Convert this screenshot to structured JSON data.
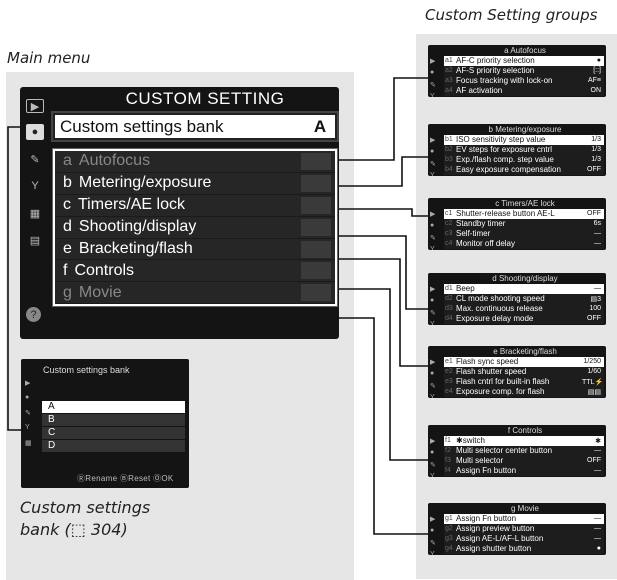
{
  "captions": {
    "groups": "Custom Setting groups",
    "main": "Main menu",
    "bank_line1": "Custom settings",
    "bank_line2": "bank (⬚ 304)"
  },
  "main_menu": {
    "title": "CUSTOM SETTING MENU",
    "bank_label": "Custom settings bank",
    "bank_value": "A",
    "side_icons": [
      "playback-icon",
      "camera-icon",
      "pencil-icon",
      "wrench-icon",
      "retouch-icon",
      "my-menu-icon"
    ],
    "help": "?",
    "items": [
      {
        "letter": "a",
        "label": "Autofocus",
        "dim": true
      },
      {
        "letter": "b",
        "label": "Metering/exposure",
        "dim": false
      },
      {
        "letter": "c",
        "label": "Timers/AE lock",
        "dim": false
      },
      {
        "letter": "d",
        "label": "Shooting/display",
        "dim": false
      },
      {
        "letter": "e",
        "label": "Bracketing/flash",
        "dim": false
      },
      {
        "letter": "f",
        "label": "Controls",
        "dim": false
      },
      {
        "letter": "g",
        "label": "Movie",
        "dim": true
      }
    ]
  },
  "bank_screen": {
    "title": "Custom settings bank",
    "options": [
      "A",
      "B",
      "C",
      "D"
    ],
    "footer": "ⓇRename  ⒷReset  ⓄOK"
  },
  "groups": [
    {
      "title": "a Autofocus",
      "rows": [
        {
          "num": "a1",
          "label": "AF-C priority selection",
          "value": "●"
        },
        {
          "num": "a2",
          "label": "AF-S priority selection",
          "value": "[::]"
        },
        {
          "num": "a3",
          "label": "Focus tracking with lock-on",
          "value": "AF≡"
        },
        {
          "num": "a4",
          "label": "AF activation",
          "value": "ON"
        }
      ]
    },
    {
      "title": "b Metering/exposure",
      "rows": [
        {
          "num": "b1",
          "label": "ISO sensitivity step value",
          "value": "1/3"
        },
        {
          "num": "b2",
          "label": "EV steps for exposure cntrl",
          "value": "1/3"
        },
        {
          "num": "b3",
          "label": "Exp./flash comp. step value",
          "value": "1/3"
        },
        {
          "num": "b4",
          "label": "Easy exposure compensation",
          "value": "OFF"
        }
      ]
    },
    {
      "title": "c Timers/AE lock",
      "rows": [
        {
          "num": "c1",
          "label": "Shutter-release button AE-L",
          "value": "OFF"
        },
        {
          "num": "c2",
          "label": "Standby timer",
          "value": "6s"
        },
        {
          "num": "c3",
          "label": "Self-timer",
          "value": "—"
        },
        {
          "num": "c4",
          "label": "Monitor off delay",
          "value": "—"
        }
      ]
    },
    {
      "title": "d Shooting/display",
      "rows": [
        {
          "num": "d1",
          "label": "Beep",
          "value": "—"
        },
        {
          "num": "d2",
          "label": "CL mode shooting speed",
          "value": "▤3"
        },
        {
          "num": "d3",
          "label": "Max. continuous release",
          "value": "100"
        },
        {
          "num": "d4",
          "label": "Exposure delay mode",
          "value": "OFF"
        }
      ]
    },
    {
      "title": "e Bracketing/flash",
      "rows": [
        {
          "num": "e1",
          "label": "Flash sync speed",
          "value": "1/250"
        },
        {
          "num": "e2",
          "label": "Flash shutter speed",
          "value": "1/60"
        },
        {
          "num": "e3",
          "label": "Flash cntrl for built-in flash",
          "value": "TTL⚡"
        },
        {
          "num": "e4",
          "label": "Exposure comp. for flash",
          "value": "▤▤"
        }
      ]
    },
    {
      "title": "f Controls",
      "rows": [
        {
          "num": "f1",
          "label": "✱switch",
          "value": "✱"
        },
        {
          "num": "f2",
          "label": "Multi selector center button",
          "value": "—"
        },
        {
          "num": "f3",
          "label": "Multi selector",
          "value": "OFF"
        },
        {
          "num": "f4",
          "label": "Assign Fn button",
          "value": "—"
        }
      ]
    },
    {
      "title": "g Movie",
      "rows": [
        {
          "num": "g1",
          "label": "Assign Fn button",
          "value": "—"
        },
        {
          "num": "g2",
          "label": "Assign preview button",
          "value": "—"
        },
        {
          "num": "g3",
          "label": "Assign AE-L/AF-L button",
          "value": "—"
        },
        {
          "num": "g4",
          "label": "Assign shutter button",
          "value": "●"
        }
      ]
    }
  ]
}
